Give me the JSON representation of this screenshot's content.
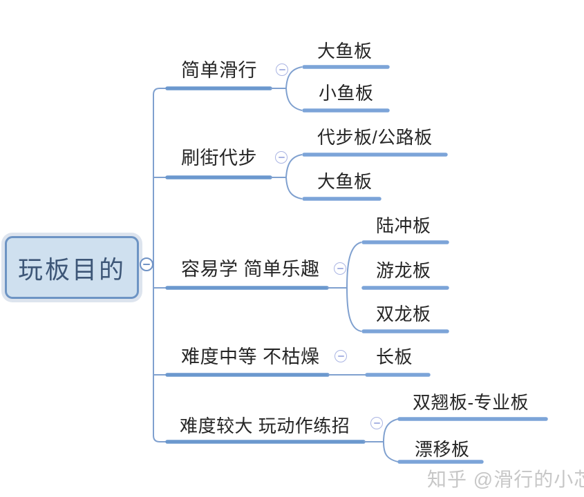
{
  "root": {
    "label": "玩板目的",
    "collapse_icon": "minus"
  },
  "branches": [
    {
      "label": "简单滑行",
      "collapse_icon": "minus",
      "children": [
        {
          "label": "大鱼板"
        },
        {
          "label": "小鱼板"
        }
      ]
    },
    {
      "label": "刷街代步",
      "collapse_icon": "minus",
      "children": [
        {
          "label": "代步板/公路板"
        },
        {
          "label": "大鱼板"
        }
      ]
    },
    {
      "label": "容易学 简单乐趣",
      "collapse_icon": "minus",
      "children": [
        {
          "label": "陆冲板"
        },
        {
          "label": "游龙板"
        },
        {
          "label": "双龙板"
        }
      ]
    },
    {
      "label": "难度中等 不枯燥",
      "collapse_icon": "minus",
      "children": [
        {
          "label": "长板"
        }
      ]
    },
    {
      "label": "难度较大 玩动作练招",
      "collapse_icon": "minus",
      "children": [
        {
          "label": "双翘板-专业板"
        },
        {
          "label": "漂移板"
        }
      ]
    }
  ],
  "watermark": "知乎 @滑行的小芯",
  "colors": {
    "background": "#ffffff",
    "branch_line": "#6b98ce",
    "child_line": "#7ca4d8",
    "connector_line": "#7fa0cf",
    "root_fill": "#cfe0ef",
    "root_border": "#6d94c4",
    "root_halo": "#dde4ee",
    "root_text": "#3d5677",
    "label_text": "#262626",
    "collapse_icon_branch": "#a9b4e3",
    "collapse_icon_root": "#7093c5",
    "watermark_text": "#c7c7c7"
  }
}
